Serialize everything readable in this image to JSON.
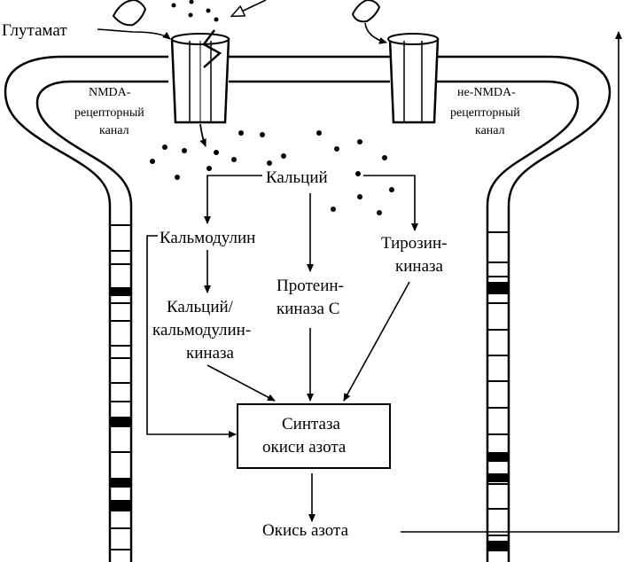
{
  "labels": {
    "glutamate": "Глутамат",
    "nmda_line1": "NMDA-",
    "nmda_line2": "рецепторный",
    "nmda_line3": "канал",
    "non_nmda_line1": "не-NMDA-",
    "non_nmda_line2": "рецепторный",
    "non_nmda_line3": "канал",
    "calcium": "Кальций",
    "calmodulin": "Кальмодулин",
    "tyrosine_line1": "Тирозин-",
    "tyrosine_line2": "киназа",
    "pkc_line1": "Протеин-",
    "pkc_line2": "киназа С",
    "camk_line1": "Кальций/",
    "camk_line2": "кальмодулин-",
    "camk_line3": "киназа",
    "nos_line1": "Синтаза",
    "nos_line2": "окиси азота",
    "nitric_oxide": "Окись азота"
  },
  "colors": {
    "ink": "#000000",
    "background": "#ffffff"
  }
}
